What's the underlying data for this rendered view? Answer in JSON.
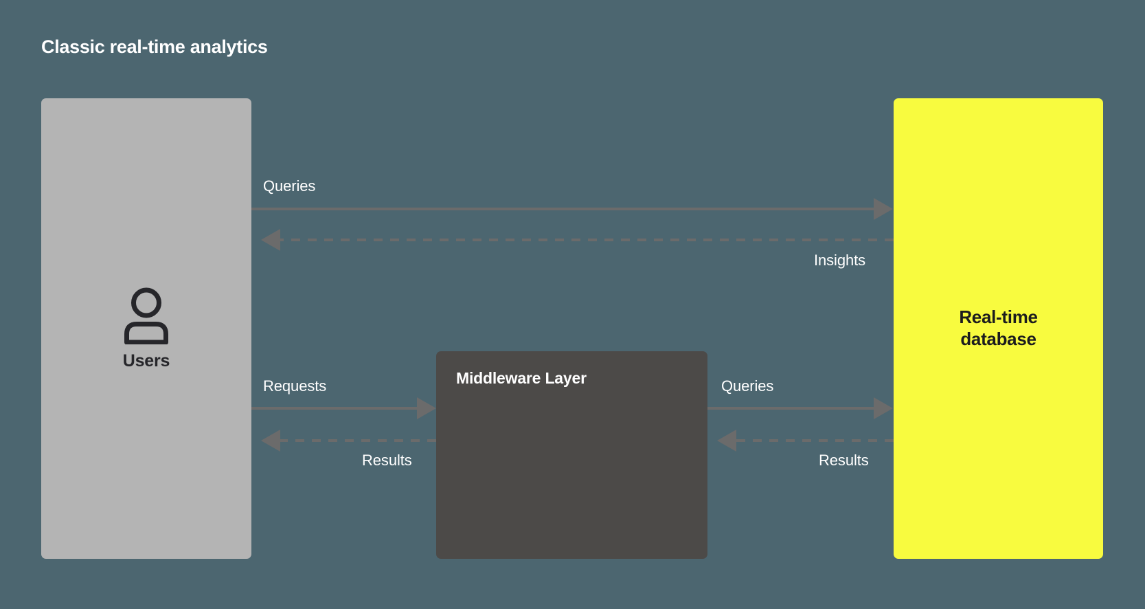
{
  "diagram": {
    "title": "Classic real-time analytics",
    "background_color": "#4c6670",
    "nodes": [
      {
        "id": "users",
        "label": "Users",
        "icon": "user-icon",
        "color": "#b4b4b4",
        "text_color": "#26262a"
      },
      {
        "id": "middleware",
        "label": "Middleware Layer",
        "color": "#4c4a48",
        "text_color": "#ffffff"
      },
      {
        "id": "database",
        "label_line1": "Real-time",
        "label_line2": "database",
        "color": "#f8fb3f",
        "text_color": "#1c1c1e"
      }
    ],
    "edges": [
      {
        "id": "users-to-db-queries",
        "label": "Queries",
        "from": "users",
        "to": "database",
        "style": "solid",
        "direction": "right",
        "color": "#6b6b6b"
      },
      {
        "id": "db-to-users-insights",
        "label": "Insights",
        "from": "database",
        "to": "users",
        "style": "dashed",
        "direction": "left",
        "color": "#6b6b6b"
      },
      {
        "id": "users-to-middleware-requests",
        "label": "Requests",
        "from": "users",
        "to": "middleware",
        "style": "solid",
        "direction": "right",
        "color": "#6b6b6b"
      },
      {
        "id": "middleware-to-users-results",
        "label": "Results",
        "from": "middleware",
        "to": "users",
        "style": "dashed",
        "direction": "left",
        "color": "#6b6b6b"
      },
      {
        "id": "middleware-to-db-queries",
        "label": "Queries",
        "from": "middleware",
        "to": "database",
        "style": "solid",
        "direction": "right",
        "color": "#6b6b6b"
      },
      {
        "id": "db-to-middleware-results",
        "label": "Results",
        "from": "database",
        "to": "middleware",
        "style": "dashed",
        "direction": "left",
        "color": "#6b6b6b"
      }
    ]
  }
}
